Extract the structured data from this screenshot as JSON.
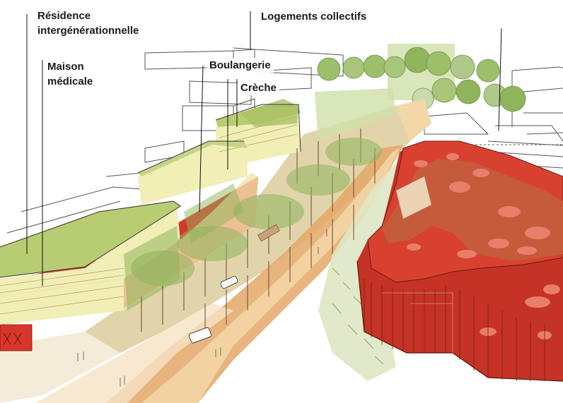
{
  "labels": {
    "residence_line1": "Résidence",
    "residence_line2": "intergénérationnelle",
    "maison_line1": "Maison",
    "maison_line2": "médicale",
    "logements": "Logements collectifs",
    "boulangerie": "Boulangerie",
    "creche": "Crèche"
  },
  "colors": {
    "roof_green": "#b8cc72",
    "facade_cream": "#f1eeb6",
    "ground_red": "#d9362b",
    "promenade_orange": "#e4a767",
    "promenade_light": "#f3d7a7",
    "tree_green": "#8fb45c",
    "big_roof_red": "#d8412f",
    "roof_patch": "#e87f6a"
  }
}
